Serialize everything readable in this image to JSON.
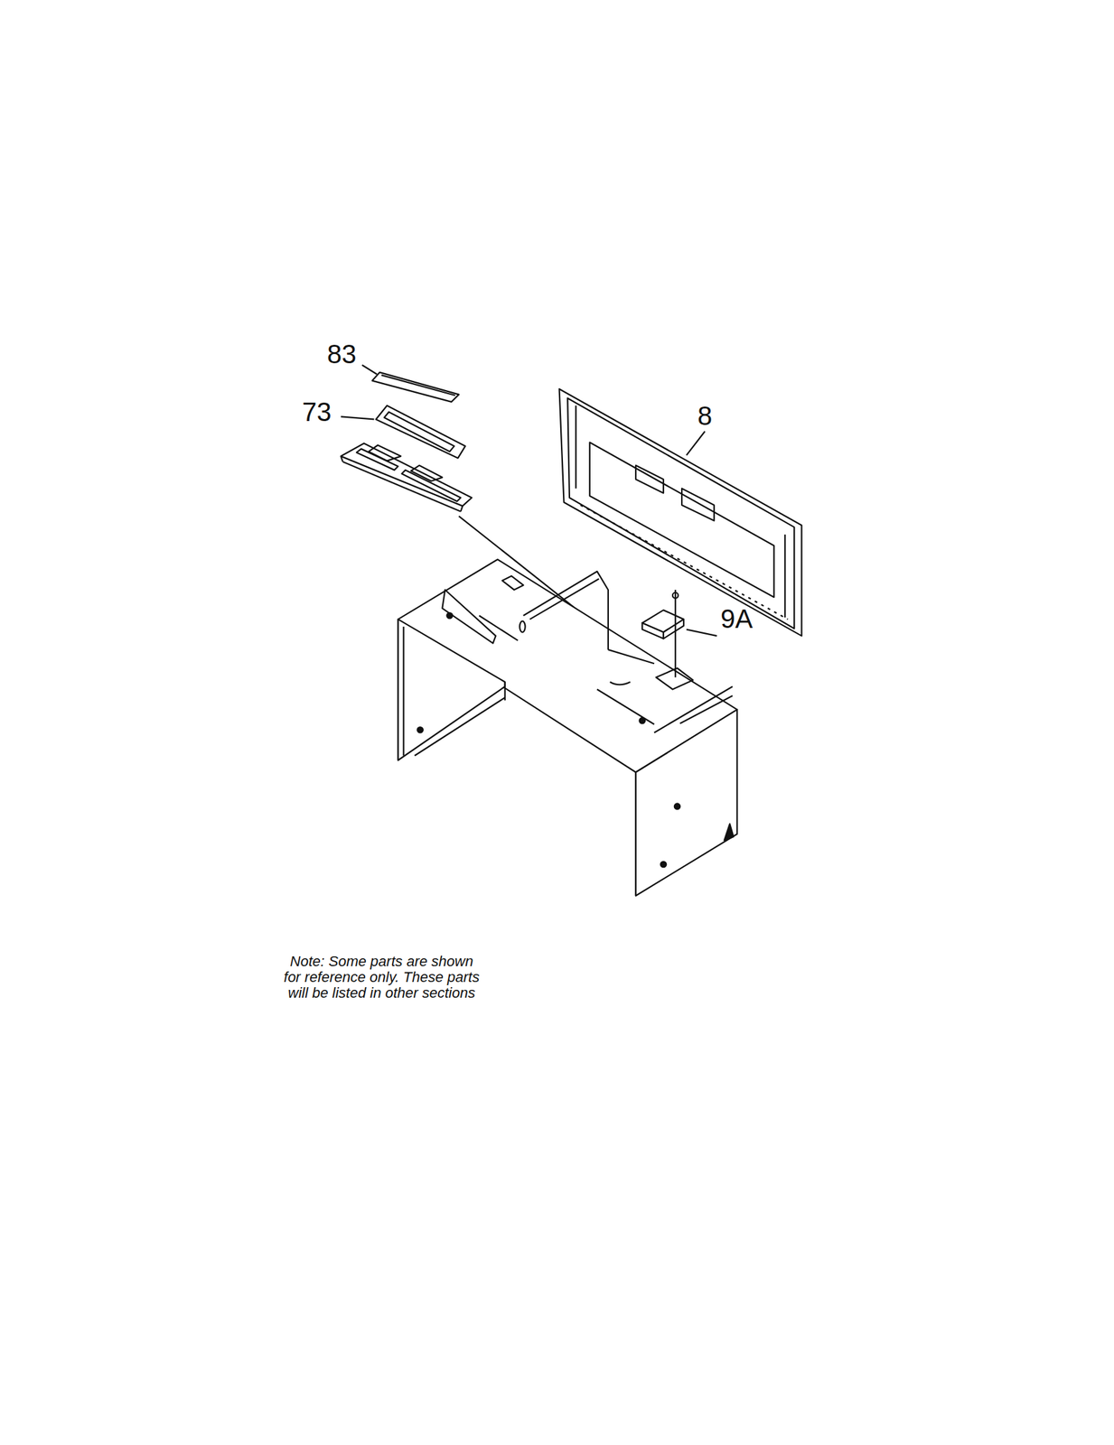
{
  "diagram": {
    "labels": [
      "83",
      "73",
      "8",
      "9A",
      "Note: Some parts are shown for reference only. These parts will be listed in other sections"
    ]
  }
}
